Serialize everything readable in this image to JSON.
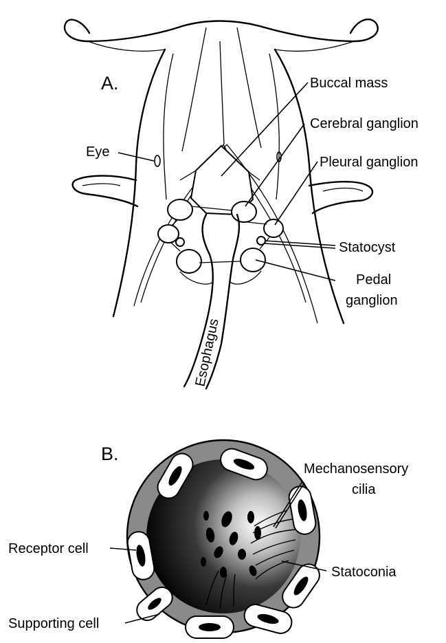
{
  "panels": {
    "a": "A.",
    "b": "B."
  },
  "labels_a": {
    "buccal_mass": "Buccal mass",
    "cerebral_ganglion": "Cerebral ganglion",
    "eye": "Eye",
    "pleural_ganglion": "Pleural ganglion",
    "statocyst": "Statocyst",
    "pedal_ganglion_1": "Pedal",
    "pedal_ganglion_2": "ganglion",
    "esophagus": "Esophagus"
  },
  "labels_b": {
    "mechanosensory_1": "Mechanosensory",
    "mechanosensory_2": "cilia",
    "receptor_cell": "Receptor cell",
    "statoconia": "Statoconia",
    "supporting_cell": "Supporting cell"
  }
}
